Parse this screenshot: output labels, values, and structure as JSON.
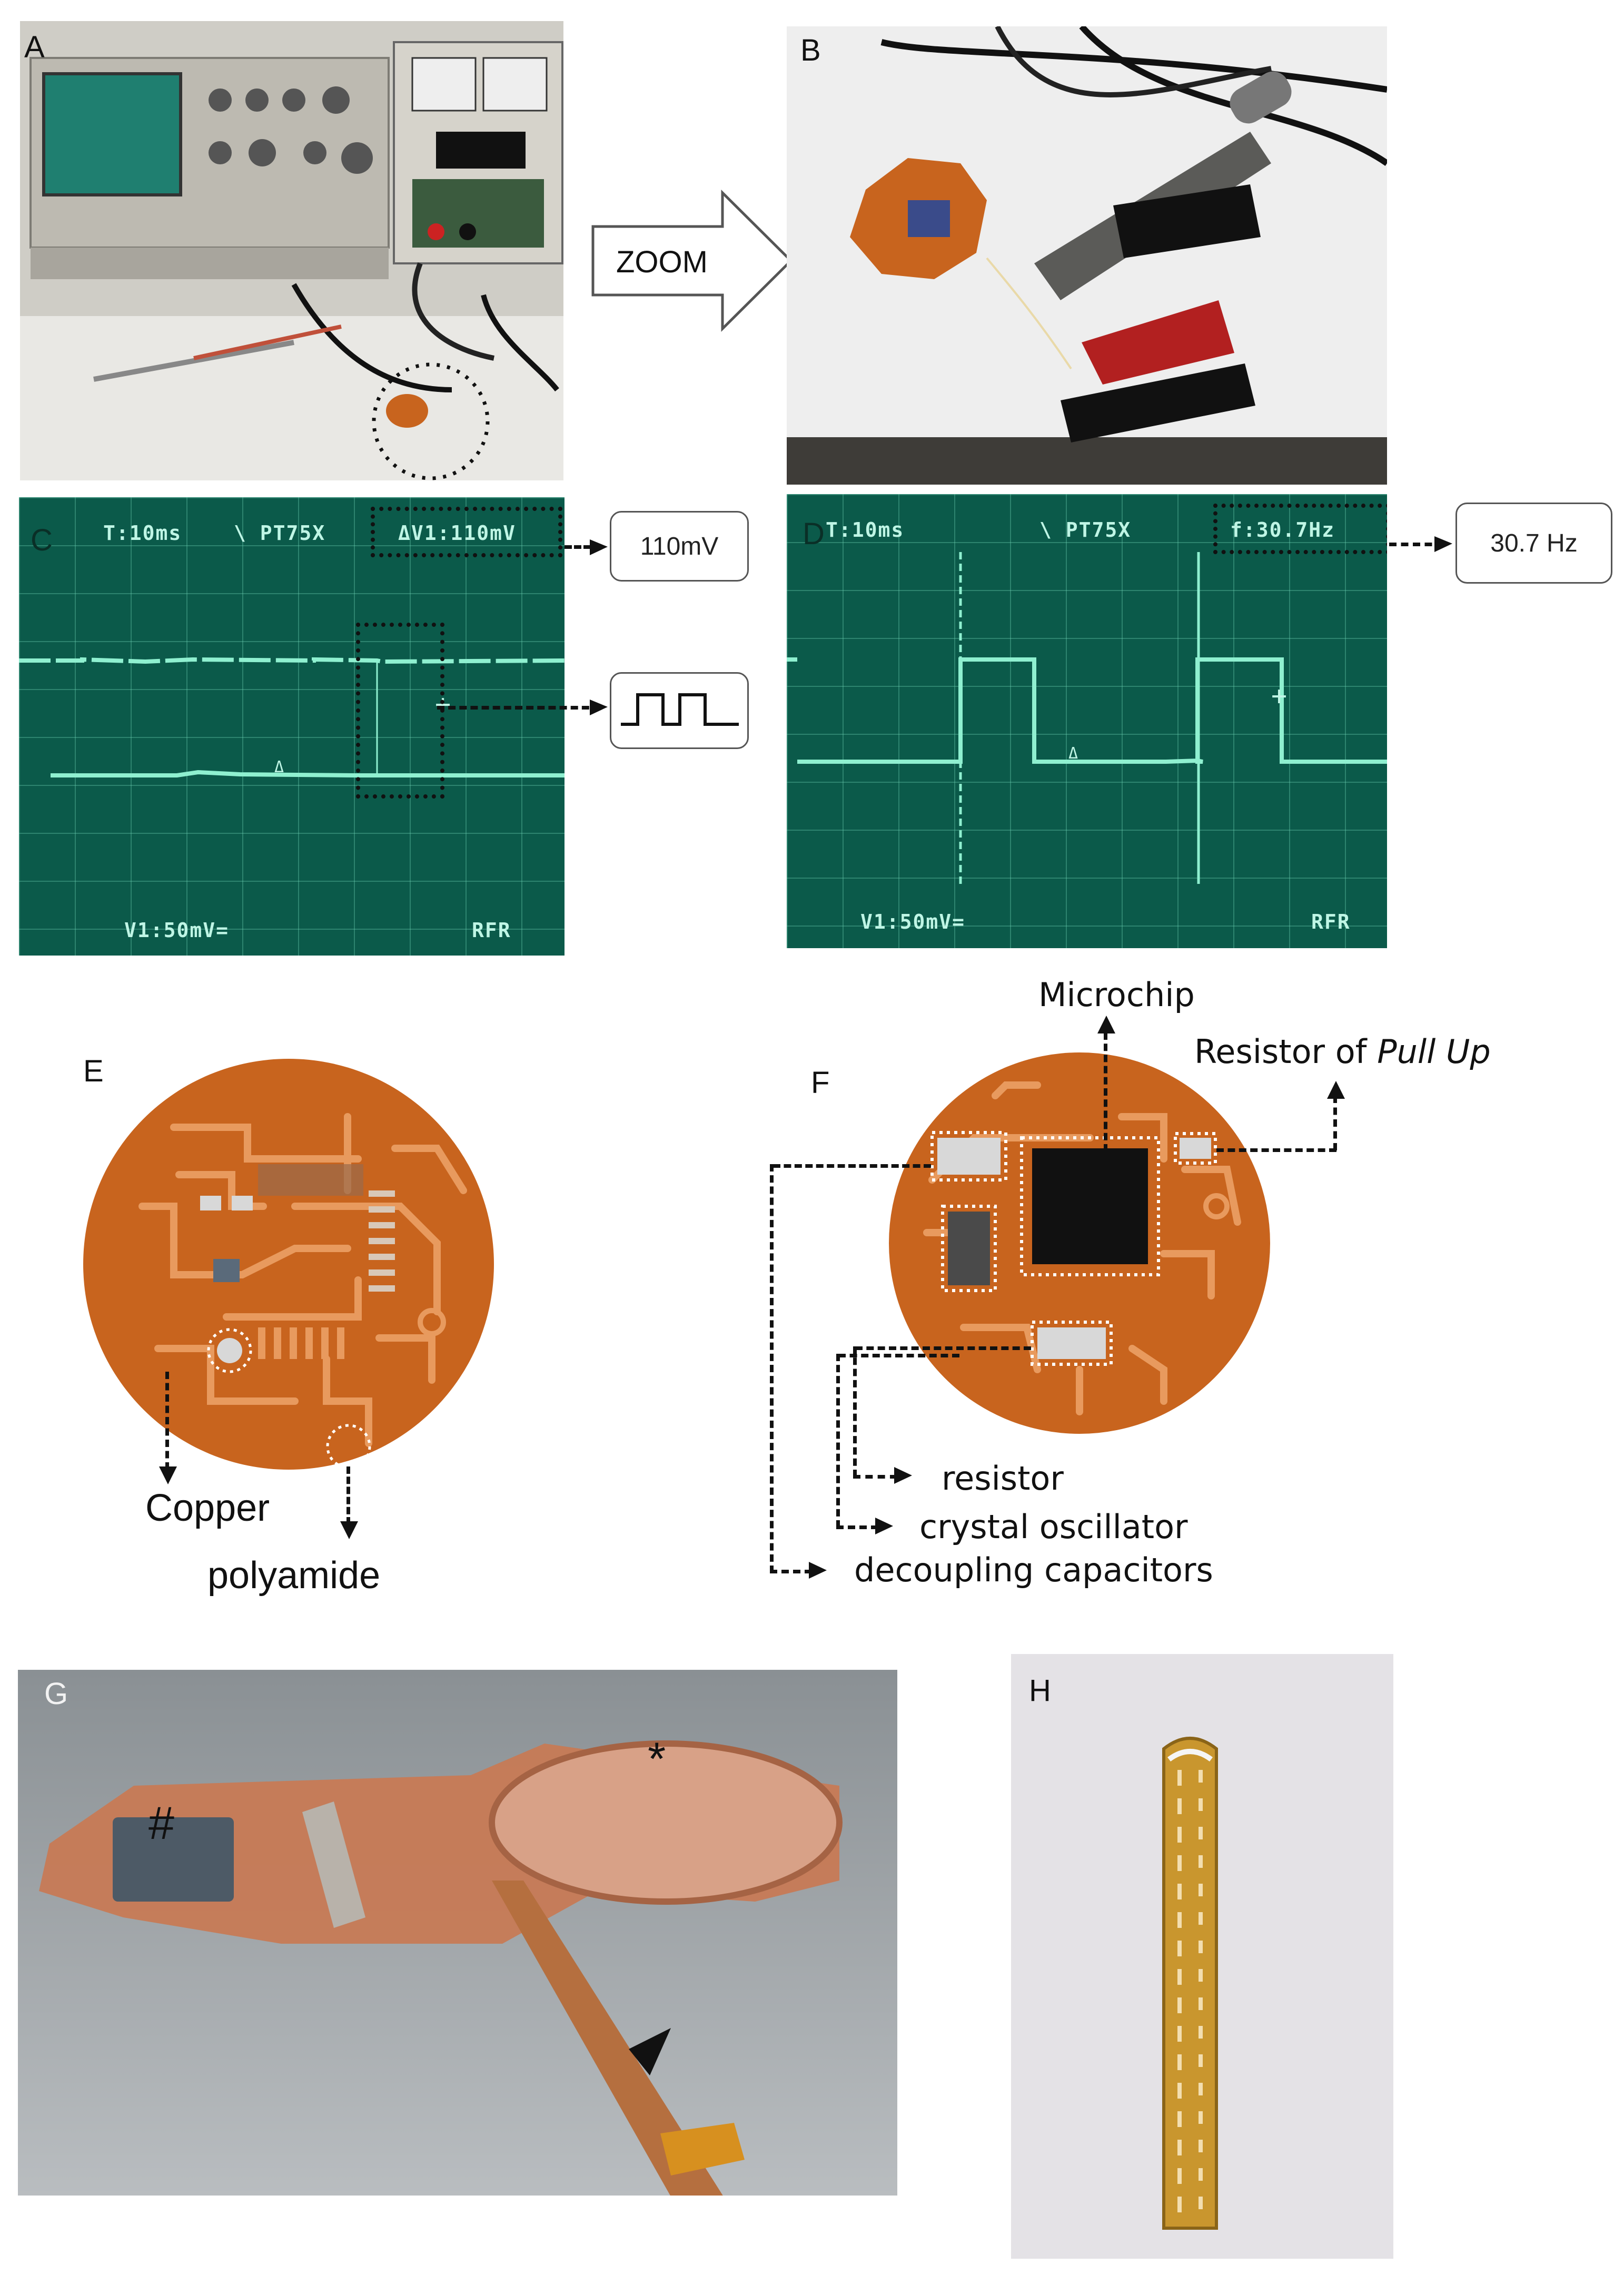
{
  "panels": {
    "a": {
      "letter": "A"
    },
    "b": {
      "letter": "B"
    },
    "c": {
      "letter": "C",
      "scope_top_left": "T:10ms",
      "scope_top_mid": "\\ PT75X",
      "scope_top_right": "ΔV1:110mV",
      "scope_bottom_left": "V1:50mV=",
      "scope_bottom_right": "RFR"
    },
    "d": {
      "letter": "D",
      "scope_top_left": "T:10ms",
      "scope_top_mid": "\\ PT75X",
      "scope_top_right": "f:30.7Hz",
      "scope_bottom_left": "V1:50mV=",
      "scope_bottom_right": "RFR"
    },
    "e": {
      "letter": "E"
    },
    "f": {
      "letter": "F"
    },
    "g": {
      "letter": "G",
      "mark_hash": "#",
      "mark_star": "*"
    },
    "h": {
      "letter": "H"
    }
  },
  "zoom_arrow": {
    "label": "ZOOM"
  },
  "callouts": {
    "voltage": "110mV",
    "frequency": "30.7 Hz"
  },
  "panel_e_labels": {
    "copper": "Copper",
    "polyamide": "polyamide"
  },
  "panel_f_labels": {
    "microchip": "Microchip",
    "pull_up_prefix": "Resistor of ",
    "pull_up_italic": "Pull Up",
    "resistor": "resistor",
    "crystal": "crystal oscillator",
    "decoupling": "decoupling capacitors"
  },
  "colors": {
    "scope_bg": "#0b5a4a",
    "trace": "#8ff0d0",
    "polyimide": "#c8641e",
    "copper_trace": "#e08a4e"
  }
}
